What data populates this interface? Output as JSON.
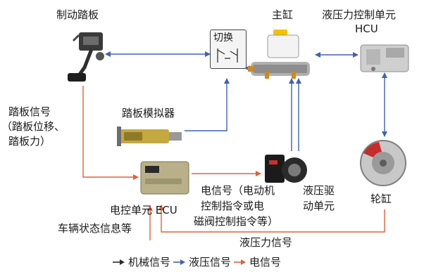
{
  "labels": {
    "brake_pedal": "制动踏板",
    "master_cylinder": "主缸",
    "hcu_line1": "液压力控制单元",
    "hcu_line2": "HCU",
    "switch": "切换",
    "pedal_simulator": "踏板模拟器",
    "pedal_signal_l1": "踏板信号",
    "pedal_signal_l2": "（踏板位移、",
    "pedal_signal_l3": "踏板力）",
    "ecu": "电控单元 ECU",
    "electric_signal_l1": "电信号（电动机",
    "electric_signal_l2": "控制指令或电",
    "electric_signal_l3": "磁阀控制指令等）",
    "hydraulic_drive_l1": "液压驱",
    "hydraulic_drive_l2": "动单元",
    "wheel_cylinder": "轮缸",
    "vehicle_state": "车辆状态信息等",
    "hydraulic_pressure_signal": "液压力信号"
  },
  "legend": {
    "mechanical": "机械信号",
    "hydraulic": "液压信号",
    "electrical": "电信号"
  },
  "colors": {
    "mechanical": "#2a2a2a",
    "hydraulic": "#3f62b5",
    "electrical": "#e0603a"
  }
}
